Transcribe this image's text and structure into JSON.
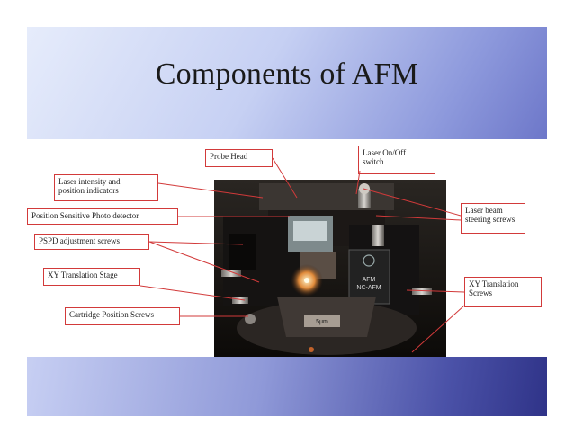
{
  "slide": {
    "title": "Components of AFM",
    "labels": {
      "probe_head": "Probe Head",
      "laser_switch": "Laser On/Off\nswitch",
      "laser_indicators": "Laser intensity and\nposition indicators",
      "pspd": "Position Sensitive Photo detector",
      "pspd_screws": "PSPD adjustment screws",
      "xy_stage": "XY Translation Stage",
      "cartridge_screws": "Cartridge Position Screws",
      "steering_screws": "Laser beam\nsteering screws",
      "xy_screws": "XY Translation\nScrews"
    },
    "device_text": {
      "brand": "AFM",
      "model": "NC-AFM",
      "scale": "5μm"
    },
    "colors": {
      "leader_line": "#d23a3a",
      "title_band": "#c6d0f3",
      "bottom_band": "#2f3388"
    }
  }
}
